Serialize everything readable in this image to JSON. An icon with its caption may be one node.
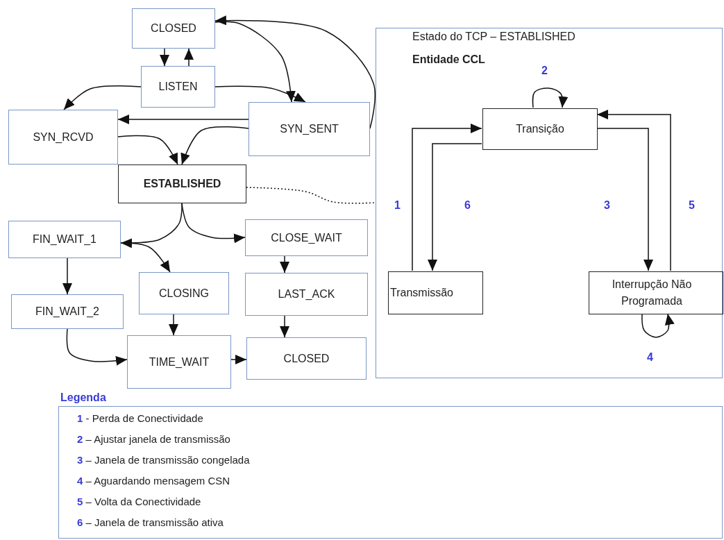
{
  "diagram": {
    "nodes": [
      {
        "text": [
          "CLOSED"
        ]
      },
      {
        "text": [
          "LISTEN"
        ]
      },
      {
        "text": [
          "SYN_RCVD"
        ]
      },
      {
        "text": [
          "SYN_SENT"
        ]
      },
      {
        "text": [
          "ESTABLISHED"
        ]
      },
      {
        "text": [
          "FIN_WAIT_1"
        ]
      },
      {
        "text": [
          "CLOSE_WAIT"
        ]
      },
      {
        "text": [
          "CLOSING"
        ]
      },
      {
        "text": [
          "LAST_ACK"
        ]
      },
      {
        "text": [
          "FIN_WAIT_2"
        ]
      },
      {
        "text": [
          "TIME_WAIT"
        ]
      },
      {
        "text": [
          "CLOSED"
        ]
      },
      {
        "text": [
          "Estado do TCP – ESTABLISHED",
          "Entidade CCL"
        ]
      },
      {
        "text": [
          "Transição"
        ],
        "in": 12
      },
      {
        "text": [
          "Transmissão"
        ],
        "in": 12
      },
      {
        "text": [
          "Interrupção Não Programada"
        ],
        "in": 12
      },
      {
        "text": [
          "Legenda",
          "**1** - Perda de Conectividade",
          "**2** – Ajustar janela de transmissão",
          "**3** – Janela de transmissão congelada",
          "**4** – Aguardando mensagem CSN",
          "**5** – Volta da Conectividade",
          "**6** – Janela de transmissão ativa"
        ]
      }
    ],
    "edges": [
      {
        "from": 0,
        "to": 1,
        "arrow": "to"
      },
      {
        "from": 1,
        "to": 0,
        "arrow": "to"
      },
      {
        "from": 0,
        "to": 3,
        "arrow": "to"
      },
      {
        "from": 3,
        "to": 0,
        "arrow": "to"
      },
      {
        "from": 1,
        "to": 2,
        "arrow": "to"
      },
      {
        "from": 1,
        "to": 3,
        "arrow": "to"
      },
      {
        "from": 3,
        "to": 2,
        "arrow": "to"
      },
      {
        "from": 2,
        "to": 4,
        "arrow": "to"
      },
      {
        "from": 3,
        "to": 4,
        "arrow": "to"
      },
      {
        "from": 4,
        "to": 5,
        "arrow": "to"
      },
      {
        "from": 4,
        "to": 6,
        "arrow": "to"
      },
      {
        "from": 5,
        "to": 7,
        "arrow": "to"
      },
      {
        "from": 5,
        "to": 9,
        "arrow": "to"
      },
      {
        "from": 6,
        "to": 8,
        "arrow": "to"
      },
      {
        "from": 7,
        "to": 10,
        "arrow": "to"
      },
      {
        "from": 8,
        "to": 11,
        "arrow": "to"
      },
      {
        "from": 9,
        "to": 10,
        "arrow": "to"
      },
      {
        "from": 10,
        "to": 11,
        "arrow": "to"
      },
      {
        "from": 4,
        "to": 12,
        "arrow": "none",
        "style": "dashed"
      },
      {
        "from": 14,
        "to": 13,
        "arrow": "to",
        "label": "1"
      },
      {
        "from": 13,
        "to": 13,
        "arrow": "to",
        "label": "2"
      },
      {
        "from": 13,
        "to": 15,
        "arrow": "to",
        "label": "3"
      },
      {
        "from": 15,
        "to": 15,
        "arrow": "to",
        "label": "4"
      },
      {
        "from": 15,
        "to": 13,
        "arrow": "to",
        "label": "5"
      },
      {
        "from": 13,
        "to": 14,
        "arrow": "to",
        "label": "6"
      }
    ]
  }
}
